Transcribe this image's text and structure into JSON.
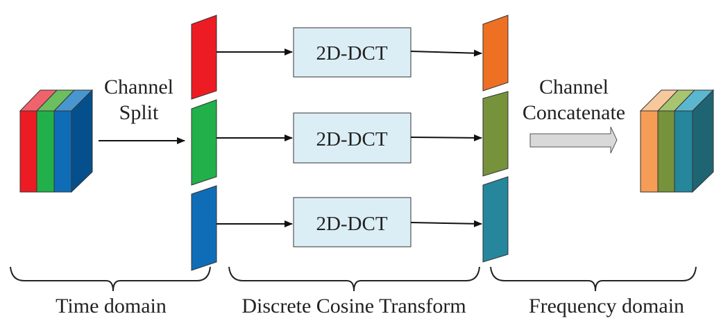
{
  "labels": {
    "channel_split": [
      "Channel",
      "Split"
    ],
    "channel_concatenate": [
      "Channel",
      "Concatenate"
    ],
    "dct_box": "2D-DCT",
    "time_domain": "Time domain",
    "dct_section": "Discrete Cosine Transform",
    "frequency_domain": "Frequency domain"
  },
  "colors": {
    "input": [
      "#ED1C24",
      "#22B04B",
      "#0F6DB8"
    ],
    "input_top": [
      "#F0636C",
      "#6CBF5F",
      "#4996CF"
    ],
    "input_side": "#05508C",
    "output": [
      "#F59D56",
      "#76923B",
      "#25869C"
    ],
    "output_top": [
      "#F8C89D",
      "#A7C470",
      "#5BB7CF"
    ],
    "output_side": "#1F6473",
    "split_slices": [
      "#ED1C24",
      "#22B04B",
      "#0F6DB8"
    ],
    "dct_slices": [
      "#EE7023",
      "#76923B",
      "#25869C"
    ],
    "dct_box_fill": "#DCEEF5",
    "concat_arrow": "#D9D9D9"
  }
}
